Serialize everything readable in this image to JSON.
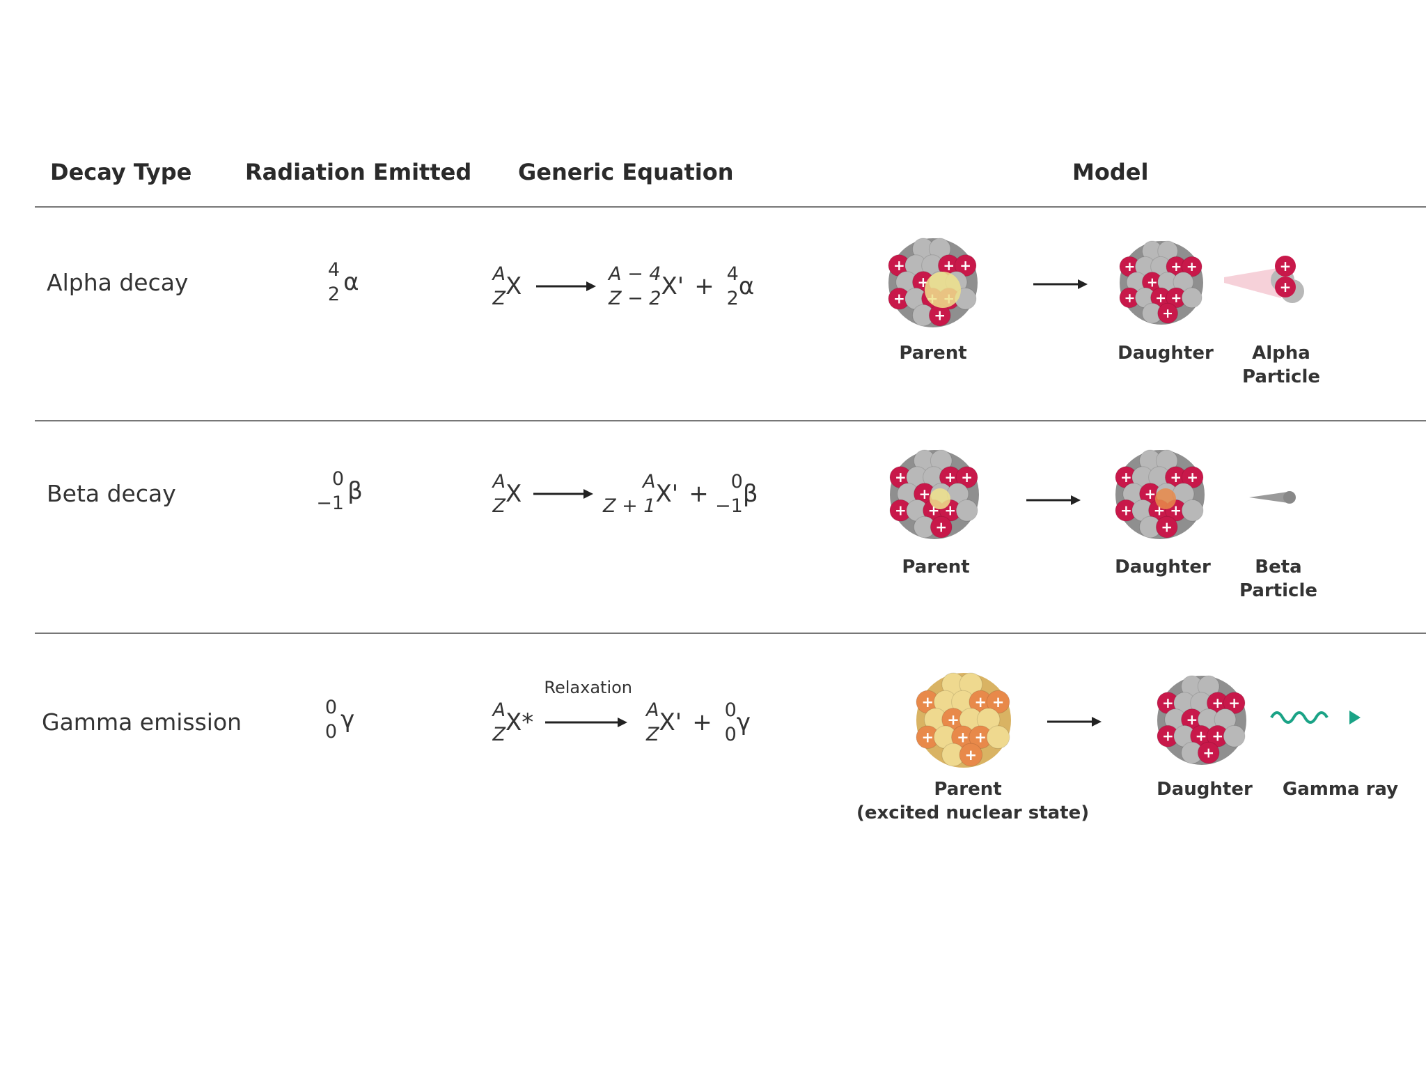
{
  "headers": {
    "decay_type": "Decay Type",
    "radiation": "Radiation Emitted",
    "equation": "Generic Equation",
    "model": "Model"
  },
  "rows": [
    {
      "decay_type": "Alpha decay",
      "radiation": {
        "top": "4",
        "bottom": "2",
        "symbol": "α"
      },
      "equation": {
        "reactant": {
          "top": "A",
          "bottom": "Z",
          "symbol": "X"
        },
        "product": {
          "top": "A − 4",
          "bottom": "Z − 2",
          "symbol": "X'"
        },
        "plus": "+",
        "emitted": {
          "top": "4",
          "bottom": "2",
          "symbol": "α"
        }
      },
      "model": {
        "parent": "Parent",
        "daughter": "Daughter",
        "particle_line1": "Alpha",
        "particle_line2": "Particle"
      }
    },
    {
      "decay_type": "Beta decay",
      "radiation": {
        "top": "0",
        "bottom": "−1",
        "symbol": "β"
      },
      "equation": {
        "reactant": {
          "top": "A",
          "bottom": "Z",
          "symbol": "X"
        },
        "product": {
          "top": "A",
          "bottom": "Z + 1",
          "symbol": "X'"
        },
        "plus": "+",
        "emitted": {
          "top": "0",
          "bottom": "−1",
          "symbol": "β"
        }
      },
      "model": {
        "parent": "Parent",
        "daughter": "Daughter",
        "particle_line1": "Beta",
        "particle_line2": "Particle"
      }
    },
    {
      "decay_type": "Gamma emission",
      "radiation": {
        "top": "0",
        "bottom": "0",
        "symbol": "γ"
      },
      "equation": {
        "reactant": {
          "top": "A",
          "bottom": "Z",
          "symbol": "X*"
        },
        "arrow_label": "Relaxation",
        "product": {
          "top": "A",
          "bottom": "Z",
          "symbol": "X'"
        },
        "plus": "+",
        "emitted": {
          "top": "0",
          "bottom": "0",
          "symbol": "γ"
        }
      },
      "model": {
        "parent": "Parent",
        "parent_line2": "(excited nuclear state)",
        "daughter": "Daughter",
        "particle_line1": "Gamma ray"
      }
    }
  ],
  "colors": {
    "proton": "#c8184a",
    "neutron": "#b8b8b8",
    "excited": "#e9c97a",
    "gamma_wave": "#1aa386",
    "rule": "#777777"
  }
}
